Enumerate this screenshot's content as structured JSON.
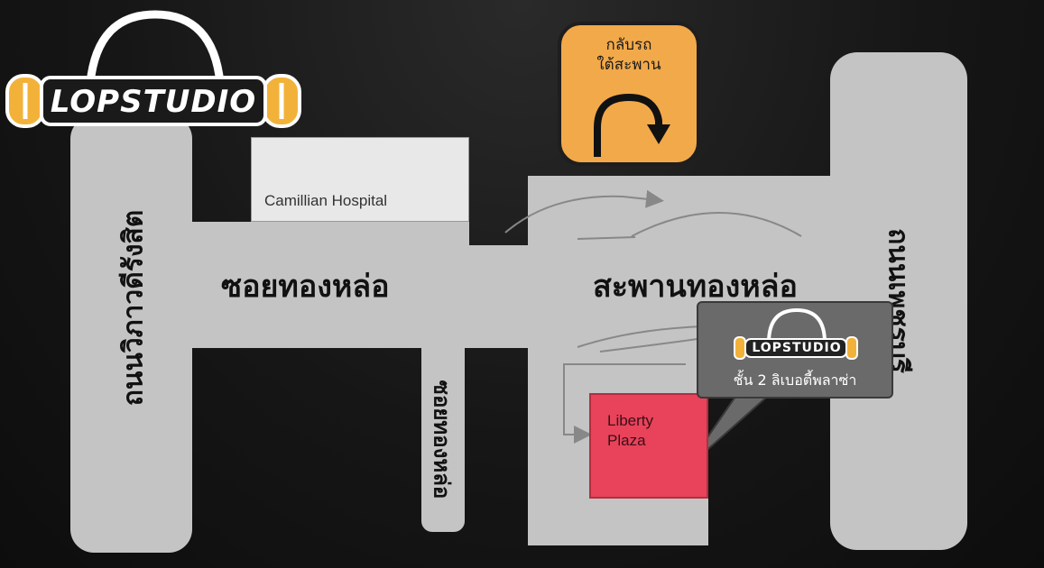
{
  "brand": {
    "logo_text": "LOPSTUDIO"
  },
  "roads": {
    "left_vertical": "ถนนวิภาวดีรังสิต",
    "main_soi": "ซอยทองหล่อ",
    "middle_soi": "ซอยทองหล่อ",
    "bridge": "สะพานทองหล่อ",
    "right_vertical": "ถนนเพชรบุรี"
  },
  "places": {
    "hospital": "Camillian Hospital",
    "plaza_line1": "Liberty",
    "plaza_line2": "Plaza"
  },
  "uturn": {
    "line1": "กลับรถ",
    "line2": "ใต้สะพาน"
  },
  "callout": {
    "logo_text": "LOPSTUDIO",
    "location": "ชั้น 2 ลิเบอตี้พลาซ่า"
  },
  "colors": {
    "background": "#161616",
    "road": "#c4c4c4",
    "plaza": "#e8435a",
    "uturn": "#f2a94a",
    "callout": "#6a6a6a"
  }
}
